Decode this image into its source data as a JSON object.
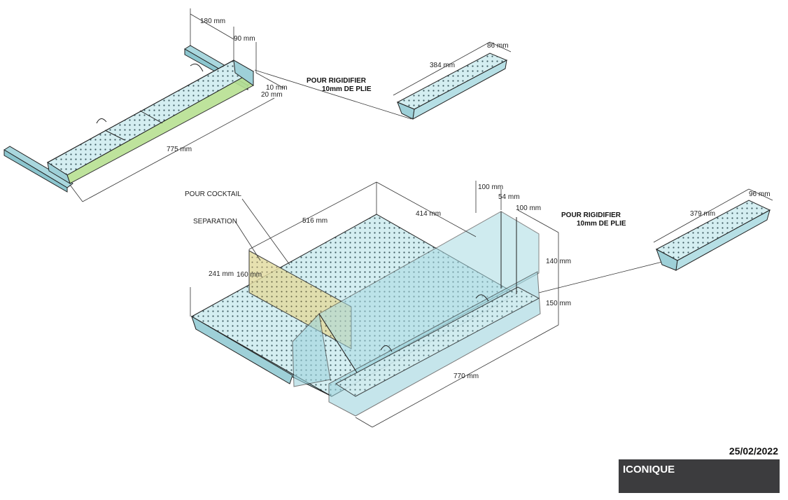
{
  "title_block": {
    "date": "25/02/2022",
    "project": "ICONIQUE"
  },
  "dimensions": {
    "top_180": "180 mm",
    "top_90": "90 mm",
    "top_10": "10 mm",
    "top_20": "20 mm",
    "top_775": "775 mm",
    "tray1_384": "384 mm",
    "tray1_86": "86 mm",
    "main_516": "516 mm",
    "main_414": "414 mm",
    "main_100a": "100 mm",
    "main_54": "54 mm",
    "main_100b": "100 mm",
    "main_241": "241 mm",
    "main_160": "160 mm",
    "main_140": "140 mm",
    "main_150": "150 mm",
    "main_770": "770 mm",
    "tray2_379": "379 mm",
    "tray2_96": "96 mm"
  },
  "notes": {
    "stiffen_1_line1": "POUR RIGIDIFIER",
    "stiffen_1_line2": "10mm DE PLIE",
    "stiffen_2_line1": "POUR RIGIDIFIER",
    "stiffen_2_line2": "10mm DE PLIE",
    "cocktail": "POUR COCKTAIL",
    "separation": "SEPARATION"
  },
  "colors": {
    "metal_fill": "#cde9ec",
    "glass_fill": "#a9dbe3",
    "green_fill": "#b9e28a",
    "yellow_fill": "#e6dc9a",
    "title_bg": "#3c3c3e"
  }
}
